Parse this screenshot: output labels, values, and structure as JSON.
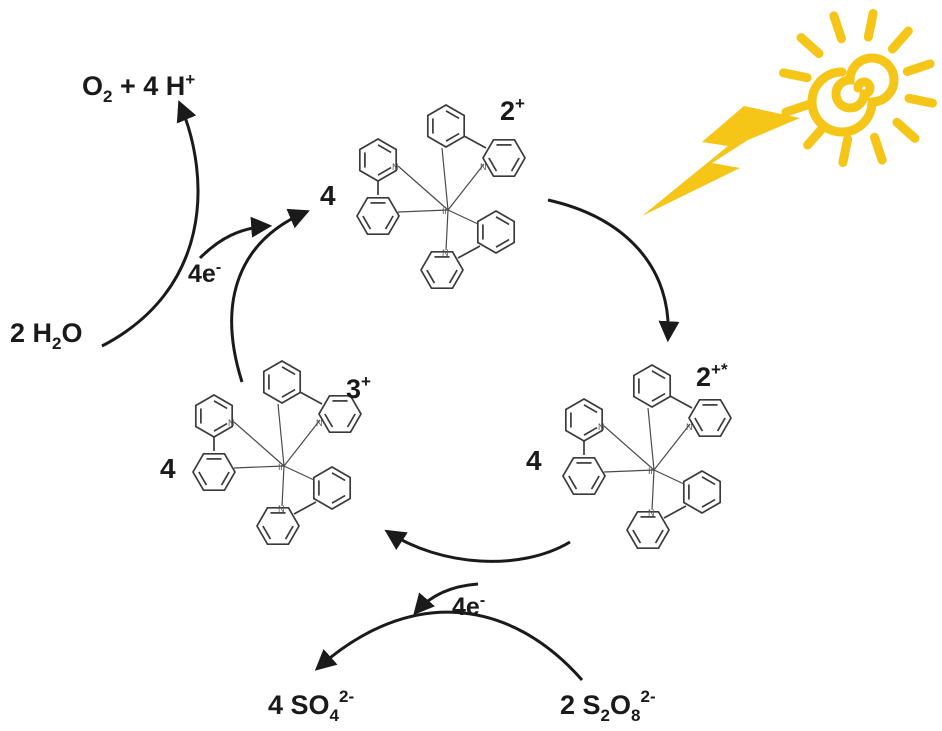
{
  "labels": {
    "top_products": "O",
    "top_products_sub": "2",
    "top_products_rest": " + 4 H",
    "top_products_sup": "+",
    "water_coef": "2 H",
    "water_sub": "2",
    "water_rest": "O",
    "electrons_top": "4e",
    "electrons_top_sup": "-",
    "electrons_bottom": "4e",
    "electrons_bottom_sup": "-",
    "sulfate_coef": "4 SO",
    "sulfate_sub": "4",
    "sulfate_sup": "2-",
    "persulfate_coef": "2 S",
    "persulfate_sub1": "2",
    "persulfate_mid": "O",
    "persulfate_sub2": "8",
    "persulfate_sup": "2-"
  },
  "complexes": {
    "top": {
      "count": "4",
      "charge": "2",
      "charge_sup": "+",
      "metal": "Ir",
      "ligand_atom": "N"
    },
    "right": {
      "count": "4",
      "charge": "2",
      "charge_sup": "+*",
      "metal": "Ir",
      "ligand_atom": "N"
    },
    "left": {
      "count": "4",
      "charge": "3",
      "charge_sup": "+",
      "metal": "Ir",
      "ligand_atom": "N"
    }
  },
  "colors": {
    "sun": "#f5c518",
    "lightning": "#f5c518",
    "ink": "#1a1a1a"
  },
  "icons": [
    "sun-icon",
    "lightning-icon"
  ]
}
